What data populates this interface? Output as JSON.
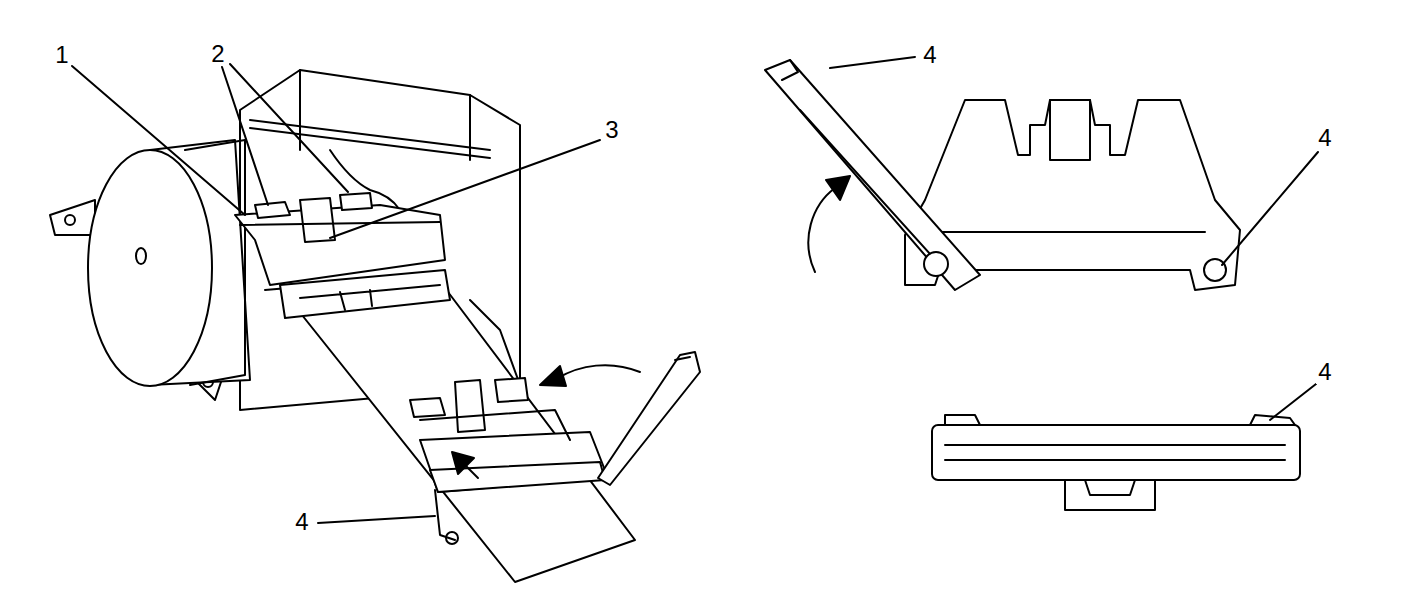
{
  "diagram": {
    "labels": [
      "1",
      "2",
      "4",
      "3",
      "4",
      "4",
      "4"
    ]
  }
}
